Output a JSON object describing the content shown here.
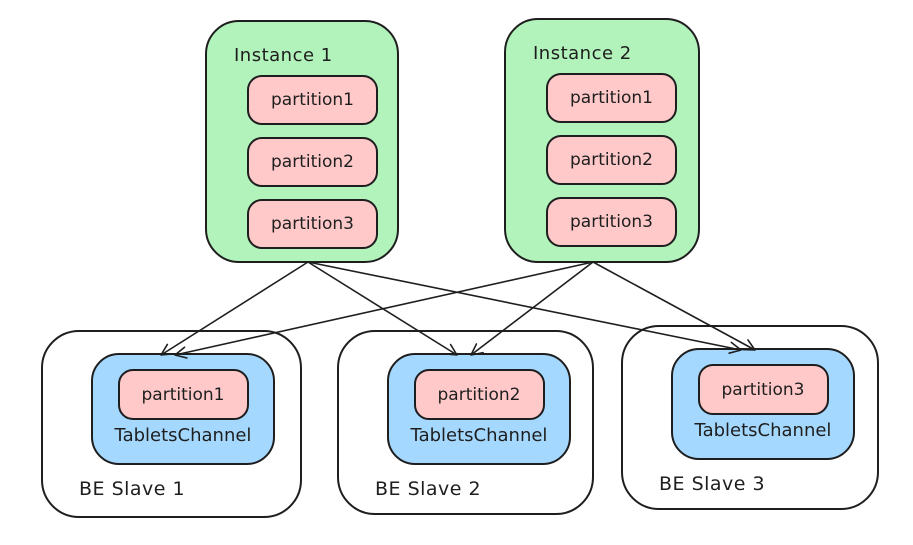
{
  "diagram": {
    "instances": [
      {
        "id": "instance-1",
        "label": "Instance 1",
        "partitions": [
          "partition1",
          "partition2",
          "partition3"
        ]
      },
      {
        "id": "instance-2",
        "label": "Instance 2",
        "partitions": [
          "partition1",
          "partition2",
          "partition3"
        ]
      }
    ],
    "slaves": [
      {
        "id": "be-slave-1",
        "label": "BE Slave 1",
        "channel_label": "TabletsChannel",
        "partition": "partition1"
      },
      {
        "id": "be-slave-2",
        "label": "BE Slave 2",
        "channel_label": "TabletsChannel",
        "partition": "partition2"
      },
      {
        "id": "be-slave-3",
        "label": "BE Slave 3",
        "channel_label": "TabletsChannel",
        "partition": "partition3"
      }
    ],
    "edges": [
      {
        "from": "instance-1",
        "to": "be-slave-1"
      },
      {
        "from": "instance-1",
        "to": "be-slave-2"
      },
      {
        "from": "instance-1",
        "to": "be-slave-3"
      },
      {
        "from": "instance-2",
        "to": "be-slave-1"
      },
      {
        "from": "instance-2",
        "to": "be-slave-2"
      },
      {
        "from": "instance-2",
        "to": "be-slave-3"
      }
    ],
    "colors": {
      "instance_fill": "#b2f2bb",
      "partition_fill": "#ffc9c9",
      "channel_fill": "#a5d8ff",
      "slave_fill": "#ffffff",
      "stroke": "#1e1e1e",
      "background": "#ffffff"
    }
  }
}
